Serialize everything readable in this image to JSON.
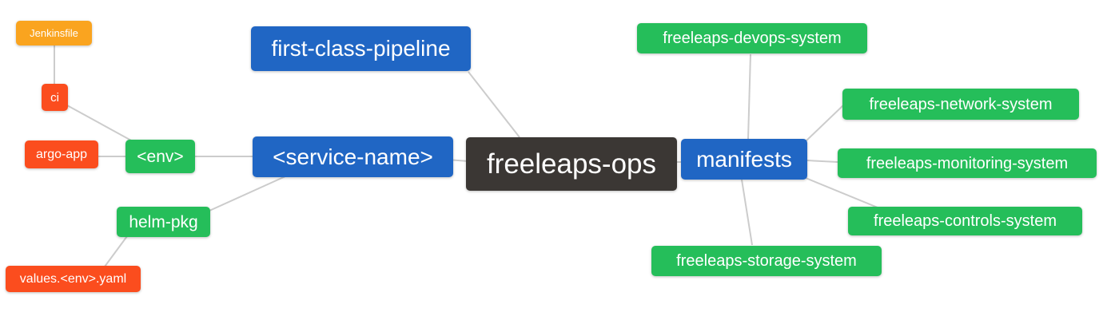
{
  "diagram": {
    "type": "mindmap",
    "root_label": "freeleaps-ops"
  },
  "palette": {
    "root_bg": "#3B3734",
    "level2_bg": "#2066C4",
    "level3_bg": "#25BE5A",
    "level4_bg": "#FB4D1E",
    "level5_bg": "#FAA41F",
    "text": "#FFFFFF",
    "edge": "#CCCCCC",
    "background": "#FFFFFF"
  },
  "nodes": {
    "root": "freeleaps-ops",
    "first_class_pipeline": "first-class-pipeline",
    "service_name": "<service-name>",
    "env": "<env>",
    "ci": "ci",
    "jenkinsfile": "Jenkinsfile",
    "argo_app": "argo-app",
    "helm_pkg": "helm-pkg",
    "values_env_yaml": "values.<env>.yaml",
    "manifests": "manifests",
    "devops_system": "freeleaps-devops-system",
    "network_system": "freeleaps-network-system",
    "monitoring_system": "freeleaps-monitoring-system",
    "controls_system": "freeleaps-controls-system",
    "storage_system": "freeleaps-storage-system"
  },
  "hierarchy": {
    "freeleaps-ops": {
      "first-class-pipeline": {},
      "<service-name>": {
        "<env>": {
          "ci": {
            "Jenkinsfile": {}
          },
          "argo-app": {}
        },
        "helm-pkg": {
          "values.<env>.yaml": {}
        }
      },
      "manifests": {
        "freeleaps-devops-system": {},
        "freeleaps-network-system": {},
        "freeleaps-monitoring-system": {},
        "freeleaps-controls-system": {},
        "freeleaps-storage-system": {}
      }
    }
  }
}
